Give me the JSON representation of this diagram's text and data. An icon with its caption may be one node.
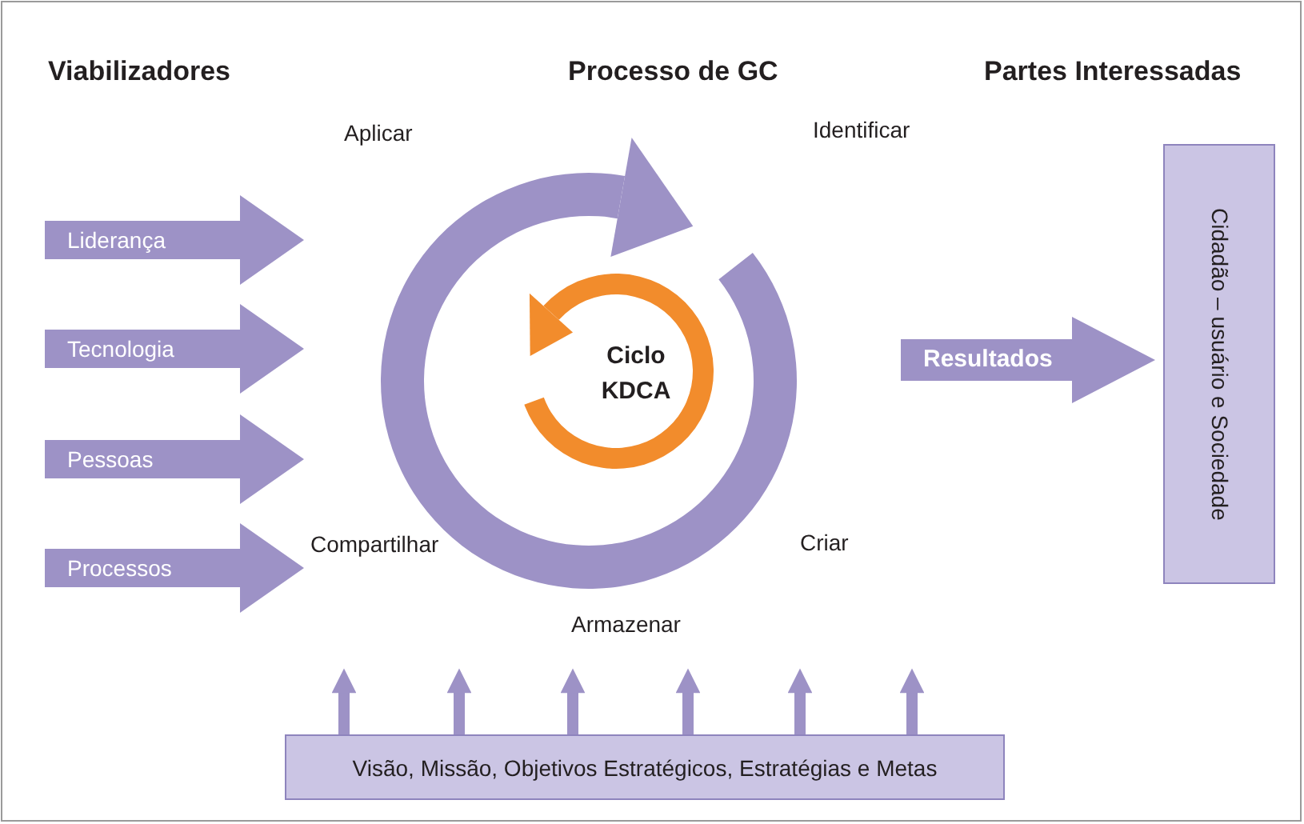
{
  "diagram": {
    "nodes": [
      {
        "text": [
          "Liderança"
        ]
      },
      {
        "text": [
          "Tecnologia"
        ]
      },
      {
        "text": [
          "Pessoas"
        ]
      },
      {
        "text": [
          "Processos"
        ]
      },
      {
        "text": [
          "Resultados"
        ]
      },
      {
        "text": [
          "Cidadão – usuário e Sociedade"
        ]
      },
      {
        "text": [
          "Visão, Missão, Objetivos Estratégicos, Estratégias e Metas"
        ]
      }
    ],
    "edges": [
      {
        "from": 6,
        "to": null,
        "arrow": "to"
      },
      {
        "from": 6,
        "to": null,
        "arrow": "to"
      },
      {
        "from": 6,
        "to": null,
        "arrow": "to"
      },
      {
        "from": 6,
        "to": null,
        "arrow": "to"
      },
      {
        "from": 6,
        "to": null,
        "arrow": "to"
      },
      {
        "from": 6,
        "to": null,
        "arrow": "to"
      }
    ],
    "labels": [
      "Viabilizadores",
      "Processo de GC",
      "Partes Interessadas",
      "Aplicar",
      "Identificar",
      "Ciclo KDCA",
      "Compartilhar",
      "Criar",
      "Armazenar"
    ]
  }
}
